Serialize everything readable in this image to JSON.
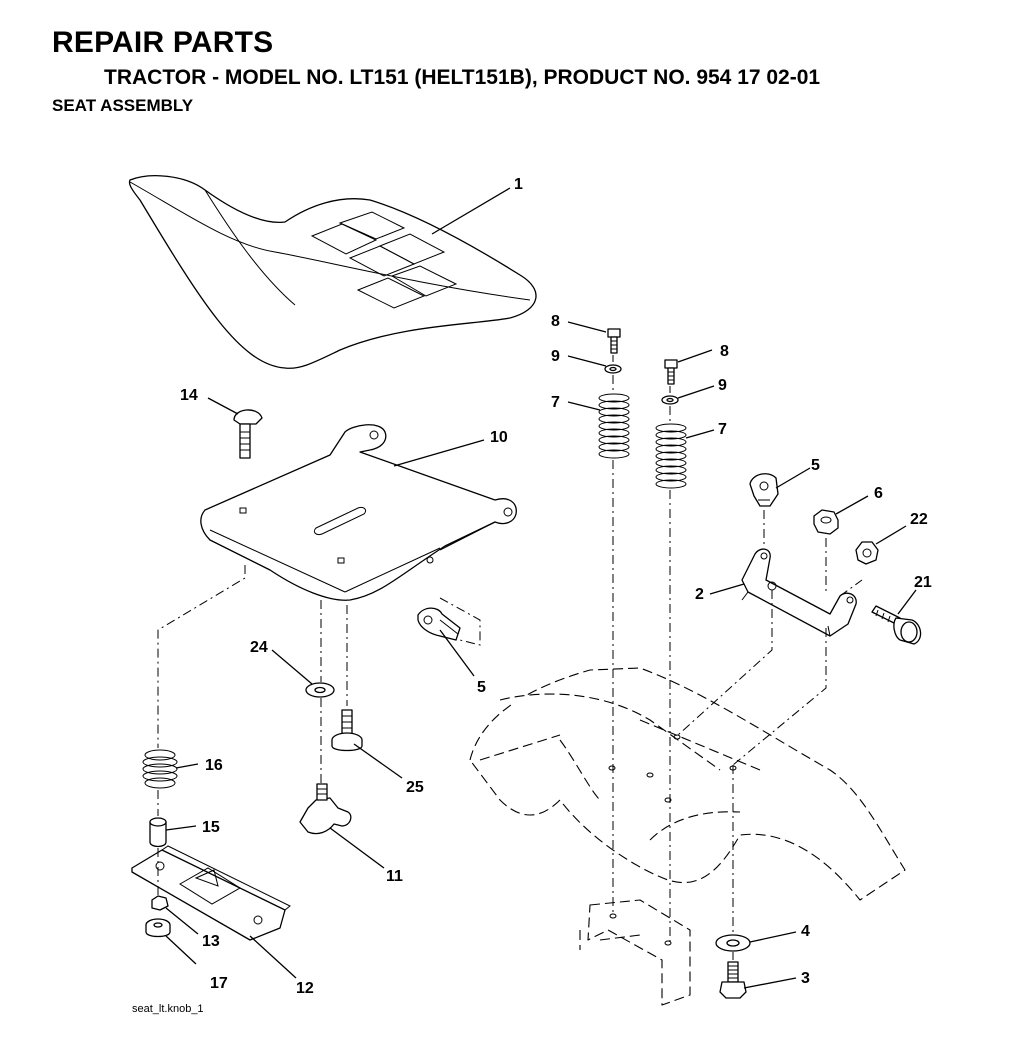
{
  "header": {
    "title": "REPAIR PARTS",
    "subtitle": "TRACTOR - MODEL NO. LT151 (HELT151B), PRODUCT NO. 954 17 02-01",
    "section": "SEAT ASSEMBLY"
  },
  "diagram": {
    "figure_id": "seat_lt.knob_1",
    "callouts": {
      "c1": "1",
      "c2": "2",
      "c3": "3",
      "c4": "4",
      "c5a": "5",
      "c5b": "5",
      "c6": "6",
      "c7a": "7",
      "c7b": "7",
      "c8a": "8",
      "c8b": "8",
      "c9a": "9",
      "c9b": "9",
      "c10": "10",
      "c11": "11",
      "c12": "12",
      "c13": "13",
      "c14": "14",
      "c15": "15",
      "c16": "16",
      "c17": "17",
      "c21": "21",
      "c22": "22",
      "c24": "24",
      "c25": "25"
    }
  }
}
